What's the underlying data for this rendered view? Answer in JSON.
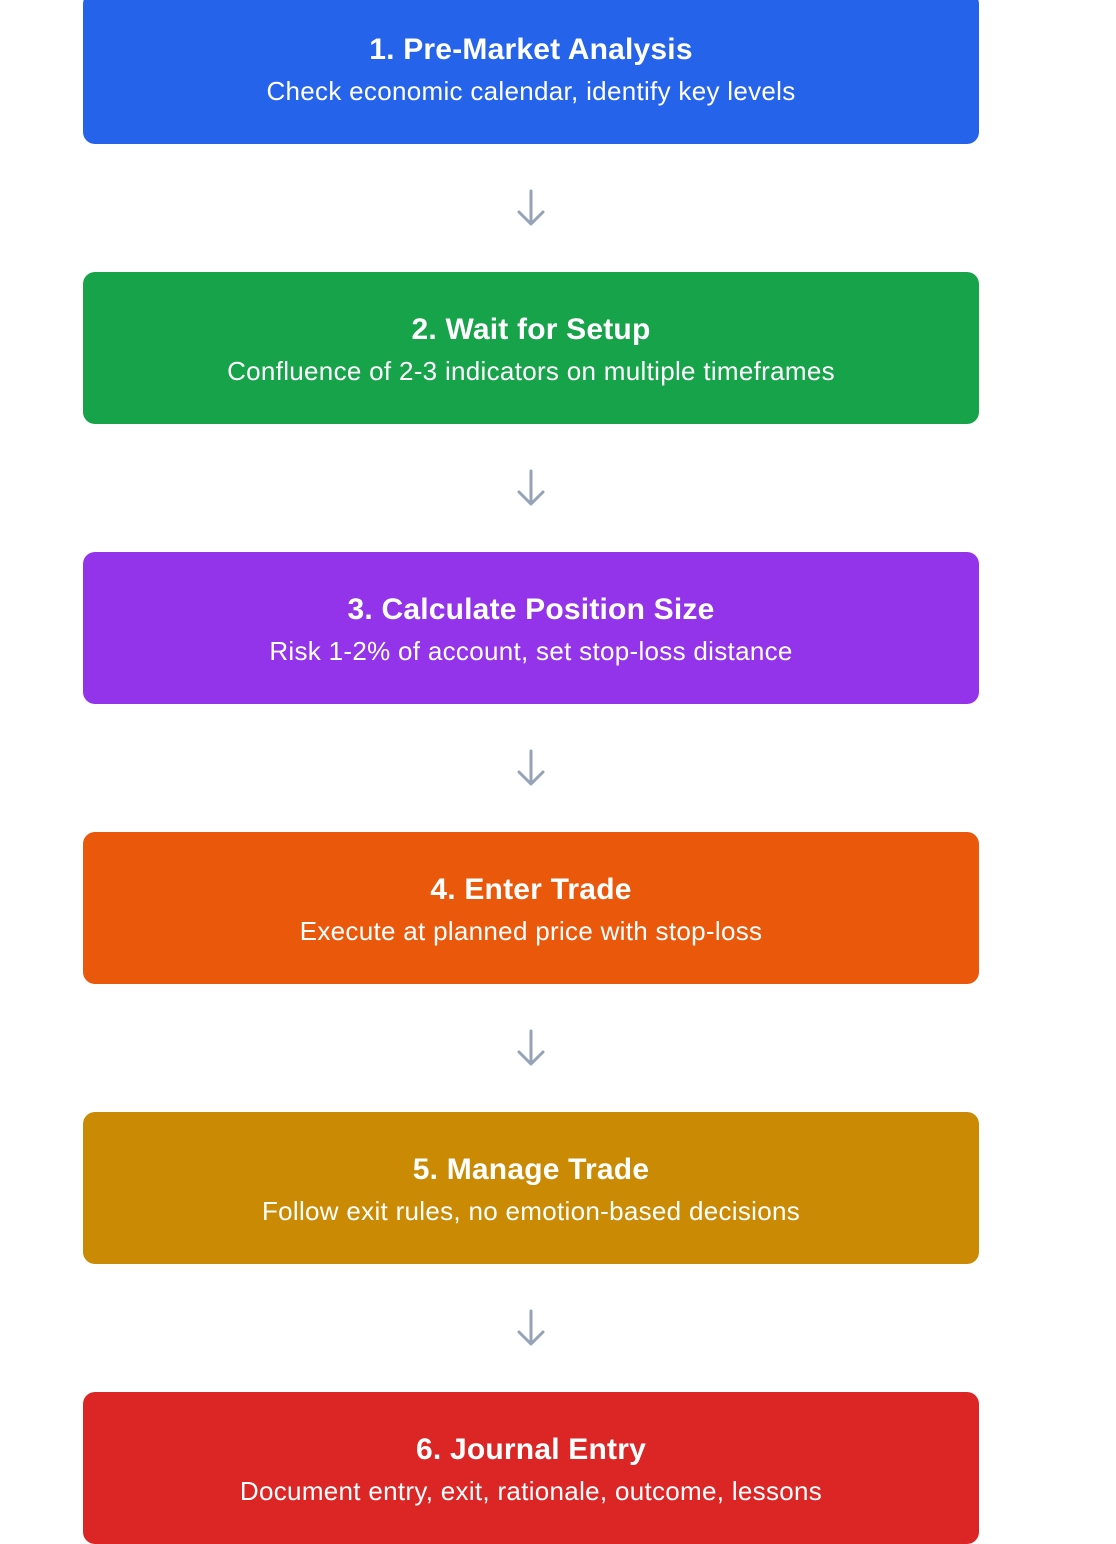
{
  "steps": [
    {
      "title": "1. Pre-Market Analysis",
      "description": "Check economic calendar, identify key levels",
      "color": "#2563eb"
    },
    {
      "title": "2. Wait for Setup",
      "description": "Confluence of 2-3 indicators on multiple timeframes",
      "color": "#16a34a"
    },
    {
      "title": "3. Calculate Position Size",
      "description": "Risk 1-2% of account, set stop-loss distance",
      "color": "#9333ea"
    },
    {
      "title": "4. Enter Trade",
      "description": "Execute at planned price with stop-loss",
      "color": "#ea580c"
    },
    {
      "title": "5. Manage Trade",
      "description": "Follow exit rules, no emotion-based decisions",
      "color": "#ca8a04"
    },
    {
      "title": "6. Journal Entry",
      "description": "Document entry, exit, rationale, outcome, lessons",
      "color": "#dc2626"
    }
  ],
  "connector_icon": "arrow-down-icon",
  "connector_color": "#94a3b8"
}
